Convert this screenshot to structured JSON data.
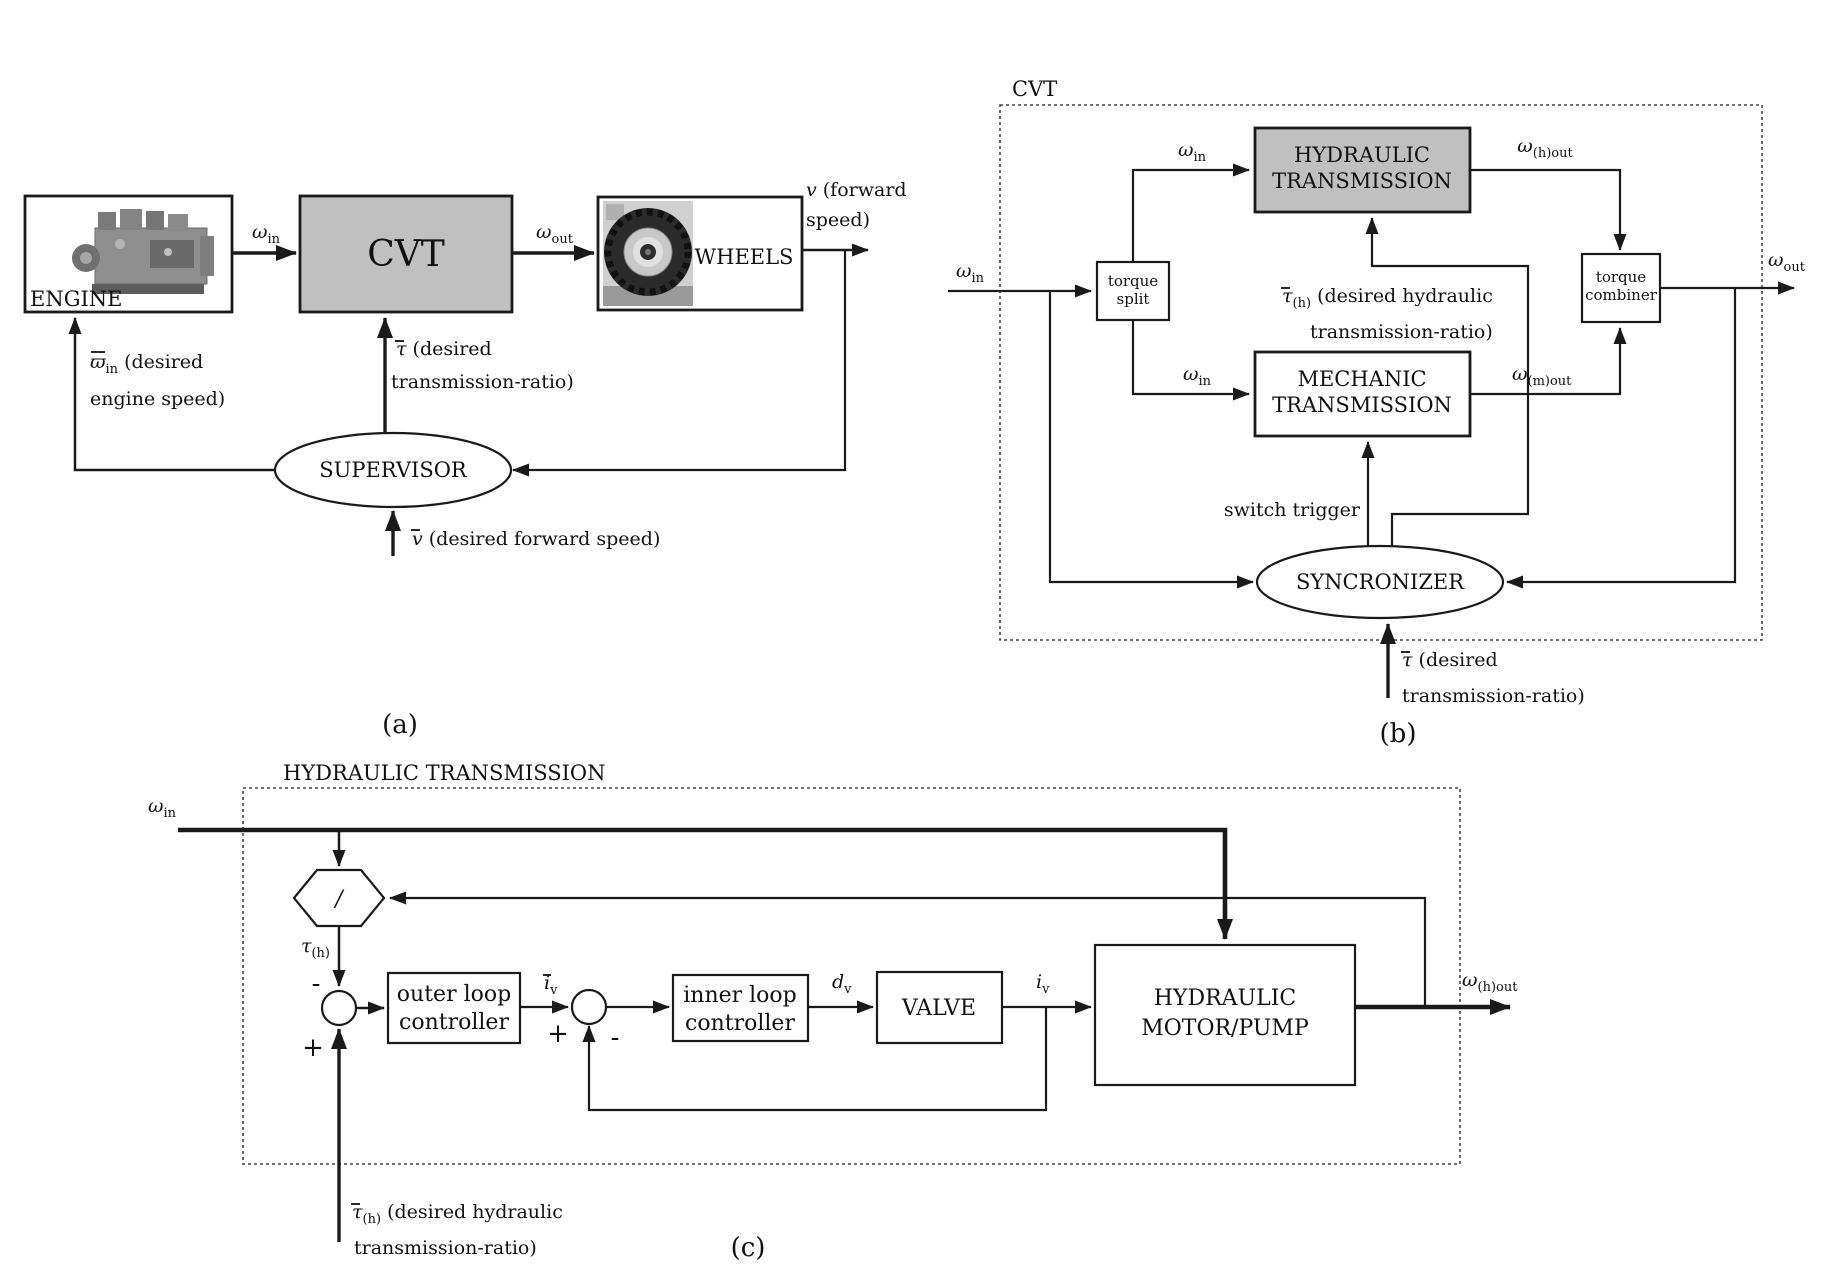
{
  "colors": {
    "box_gray": "#c0c0c0",
    "line": "#1a1a1a",
    "dash_border": "#444444"
  },
  "sym": {
    "omega": "ω",
    "varpi": "ϖ",
    "tau": "τ",
    "v": "v",
    "i": "i",
    "d": "d",
    "slash": "/",
    "plus": "+",
    "minus": "-",
    "sub_in": "in",
    "sub_out": "out",
    "sub_v": "v",
    "sub_h": "(h)",
    "sub_hout": "(h)out",
    "sub_mout": "(m)out"
  },
  "panel_a": {
    "caption": "(a)",
    "engine": "ENGINE",
    "cvt": "CVT",
    "wheels": "WHEELS",
    "supervisor": "SUPERVISOR",
    "v_forward_1": " (forward",
    "v_forward_2": "speed)",
    "desired_engine_1": " (desired",
    "desired_engine_2": "engine speed)",
    "desired_ratio_1": " (desired",
    "desired_ratio_2": "transmission-ratio)",
    "desired_forward": " (desired forward speed)"
  },
  "panel_b": {
    "caption": "(b)",
    "border_label": "CVT",
    "torque_split_1": "torque",
    "torque_split_2": "split",
    "torque_combiner_1": "torque",
    "torque_combiner_2": "combiner",
    "hydraulic_1": "HYDRAULIC",
    "hydraulic_2": "TRANSMISSION",
    "mechanic_1": "MECHANIC",
    "mechanic_2": "TRANSMISSION",
    "syncronizer": "SYNCRONIZER",
    "switch_trigger": "switch trigger",
    "desired_hydraulic_1": " (desired hydraulic",
    "desired_hydraulic_2": "transmission-ratio)",
    "desired_ratio_1": " (desired",
    "desired_ratio_2": "transmission-ratio)"
  },
  "panel_c": {
    "caption": "(c)",
    "title": "HYDRAULIC TRANSMISSION",
    "outer_1": "outer loop",
    "outer_2": "controller",
    "inner_1": "inner loop",
    "inner_2": "controller",
    "valve": "VALVE",
    "hmp_1": "HYDRAULIC",
    "hmp_2": "MOTOR/PUMP",
    "desired_hydraulic_1": " (desired hydraulic",
    "desired_hydraulic_2": "transmission-ratio)"
  },
  "media": {
    "engine_photo": "engine-photo",
    "wheels_photo": "tractor-tire-photo"
  }
}
